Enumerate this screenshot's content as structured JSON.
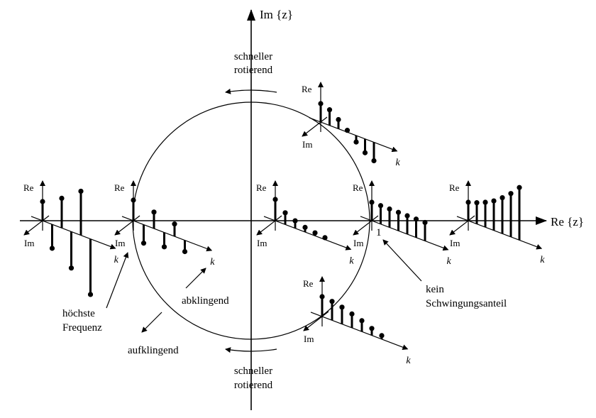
{
  "axes": {
    "im_label": "Im {z}",
    "re_label": "Re {z}"
  },
  "annotations": {
    "top": [
      "schneller",
      "rotierend"
    ],
    "bottom": [
      "schneller",
      "rotierend"
    ],
    "abklingend": "abklingend",
    "aufklingend": "aufklingend",
    "hoechste": [
      "höchste",
      "Frequenz"
    ],
    "kein": [
      "kein",
      "Schwingungsanteil"
    ],
    "one": "1"
  },
  "plots": [
    {
      "id": "left-outer",
      "re": "Re",
      "im": "Im",
      "k": "k",
      "values": [
        1.0,
        -1.25,
        1.55,
        -1.9,
        2.3,
        -2.9
      ]
    },
    {
      "id": "left-inner",
      "re": "Re",
      "im": "Im",
      "k": "k",
      "values": [
        1.0,
        -0.9,
        0.8,
        -0.7,
        0.6,
        -0.55
      ]
    },
    {
      "id": "center",
      "re": "Re",
      "im": "Im",
      "k": "k",
      "values": [
        1.0,
        0.55,
        0.35,
        0.22,
        0.14,
        0.09
      ]
    },
    {
      "id": "unit-point",
      "re": "Re",
      "im": "Im",
      "k": "k",
      "values": [
        1.0,
        1.0,
        1.0,
        1.0,
        1.0,
        1.0,
        1.0
      ]
    },
    {
      "id": "right-outer",
      "re": "Re",
      "im": "Im",
      "k": "k",
      "values": [
        1.0,
        1.15,
        1.35,
        1.6,
        1.95,
        2.35,
        2.85
      ]
    },
    {
      "id": "upper-right",
      "re": "Re",
      "im": "Im",
      "k": "k",
      "values": [
        1.0,
        0.85,
        0.5,
        0.1,
        -0.35,
        -0.75,
        -1.0
      ]
    },
    {
      "id": "lower-right",
      "re": "Re",
      "im": "Im",
      "k": "k",
      "values": [
        1.0,
        0.95,
        0.85,
        0.7,
        0.55,
        0.35,
        0.18
      ]
    }
  ]
}
